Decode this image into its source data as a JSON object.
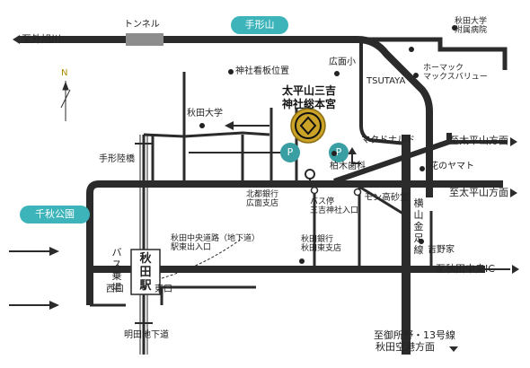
{
  "map": {
    "colors": {
      "road": "#2b2b2b",
      "tunnel": "#8d8d8d",
      "park": "#3cb4b9",
      "parking": "#3a9fa3",
      "shrine_gold": "#c9a227"
    },
    "labels": {
      "tunnel": "トンネル",
      "tegatayama": "手形山",
      "to_sotoasahikawa": "至外旭川",
      "akita_univ_hospital": "秋田大学\n附属病院",
      "north": "N",
      "shrine_signboard": "神社看板位置",
      "hiroomote_elementary": "広面小",
      "tsutaya": "TSUTAYA",
      "homac": "ホーマック\nマックスバリュー",
      "shrine_name": "太平山三吉\n神社総本宮",
      "akita_univ": "秋田大学",
      "mcdonalds": "マクドナルド",
      "to_taiheizan_1": "至太平山方面",
      "parking_1": "P",
      "parking_2": "P",
      "tegata_rikkyo": "手形陸橋",
      "kashiwagi_dental": "柏木歯科",
      "hana_no_yamato": "花のヤマト",
      "hokuto_bank": "北都銀行\n広面支店",
      "bus_stop": "バス停\n三吉神社入口",
      "mon_takasagodo": "モン高砂堂",
      "to_taiheizan_2": "至太平山方面",
      "senshu_park": "千秋公園",
      "yokoyama_kanedashi": "横山金足線",
      "underpass_road": "秋田中央道路（地下道）\n駅東出入口",
      "akita_bank": "秋田銀行\n秋田東支店",
      "yoshinoya": "吉野家",
      "bus_terminal": "バス乗場",
      "akita_station": "秋田駅",
      "west_exit": "西口",
      "east_exit": "東口",
      "to_akita_chuo_ic": "至秋田中央IC",
      "akita_underpass": "明田地下道",
      "to_goshono": "至御所野・13号線",
      "to_airport": "秋田空港方面"
    }
  }
}
